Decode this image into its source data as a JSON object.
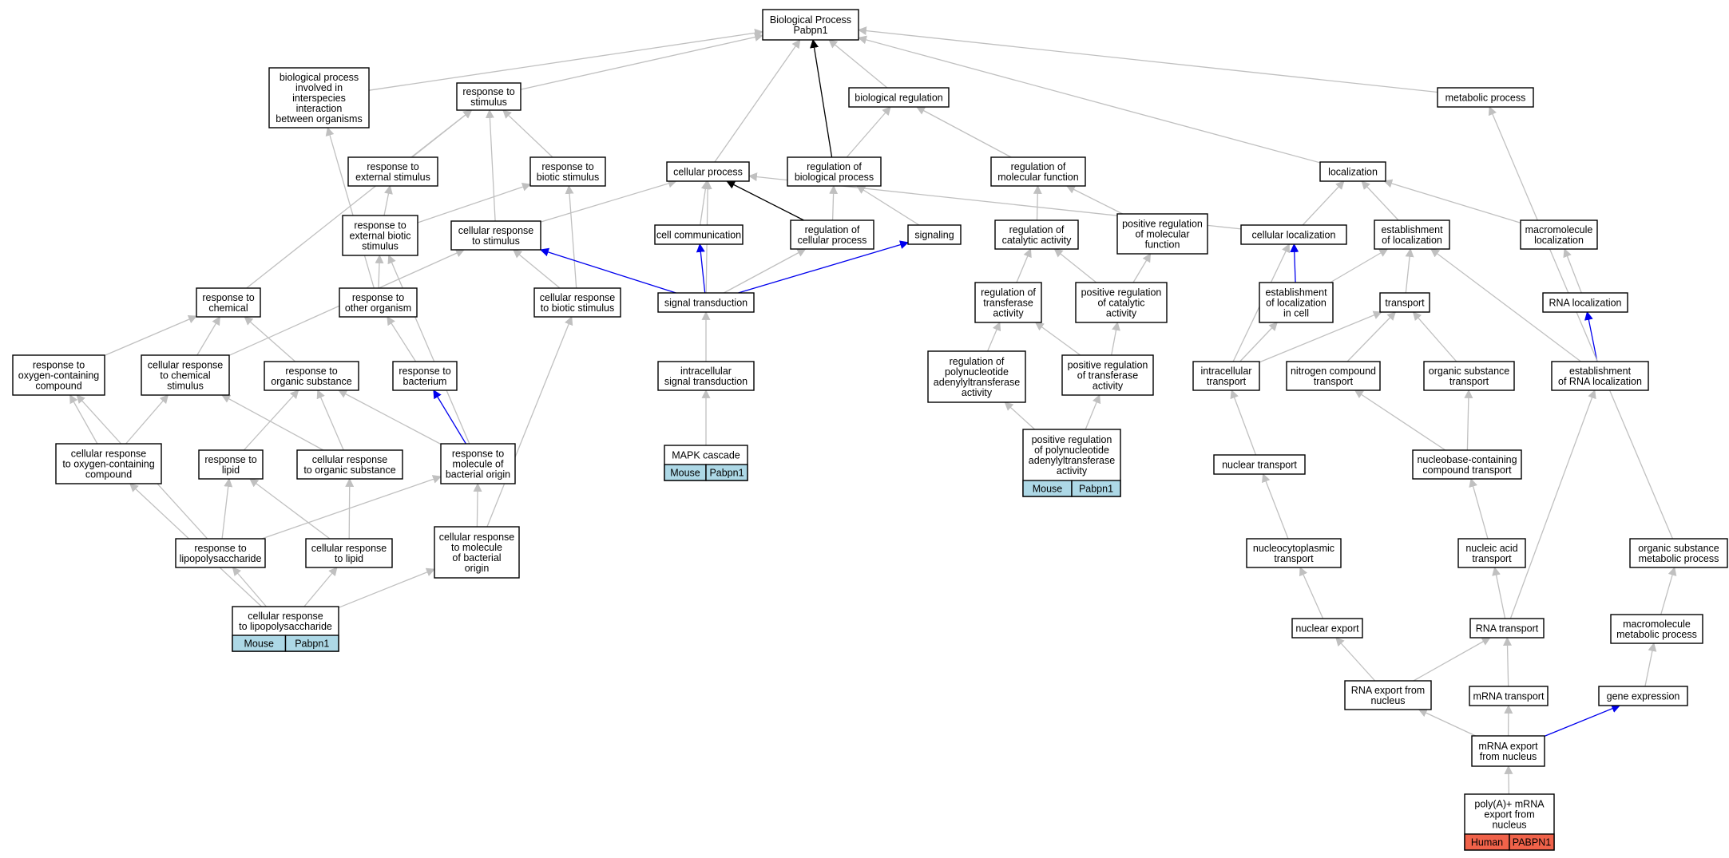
{
  "colors": {
    "gray_edge": "#c0c0c0",
    "blue_edge": "#0000ee",
    "black_edge": "#000000",
    "mouse_cell": "#add8e6",
    "human_cell": "#f0624a"
  },
  "nodes": {
    "biological_process": {
      "lines": [
        "Biological Process",
        "Pabpn1"
      ]
    },
    "bp_interspecies": {
      "lines": [
        "biological process",
        "involved in",
        "interspecies",
        "interaction",
        "between organisms"
      ]
    },
    "response_to_stimulus": {
      "lines": [
        "response to",
        "stimulus"
      ]
    },
    "biological_regulation": {
      "lines": [
        "biological regulation"
      ]
    },
    "metabolic_process": {
      "lines": [
        "metabolic process"
      ]
    },
    "response_external_stimulus": {
      "lines": [
        "response to",
        "external stimulus"
      ]
    },
    "response_biotic_stimulus": {
      "lines": [
        "response to",
        "biotic stimulus"
      ]
    },
    "cellular_process": {
      "lines": [
        "cellular process"
      ]
    },
    "regulation_biological_process": {
      "lines": [
        "regulation of",
        "biological process"
      ]
    },
    "regulation_molecular_function": {
      "lines": [
        "regulation of",
        "molecular function"
      ]
    },
    "localization": {
      "lines": [
        "localization"
      ]
    },
    "response_external_biotic_stimulus": {
      "lines": [
        "response to",
        "external biotic",
        "stimulus"
      ]
    },
    "cellular_response_stimulus": {
      "lines": [
        "cellular response",
        "to stimulus"
      ]
    },
    "cell_communication": {
      "lines": [
        "cell communication"
      ]
    },
    "regulation_cellular_process": {
      "lines": [
        "regulation of",
        "cellular process"
      ]
    },
    "signaling": {
      "lines": [
        "signaling"
      ]
    },
    "regulation_catalytic_activity": {
      "lines": [
        "regulation of",
        "catalytic activity"
      ]
    },
    "positive_regulation_molecular_function": {
      "lines": [
        "positive regulation",
        "of molecular",
        "function"
      ]
    },
    "cellular_localization": {
      "lines": [
        "cellular localization"
      ]
    },
    "establishment_localization": {
      "lines": [
        "establishment",
        "of localization"
      ]
    },
    "macromolecule_localization": {
      "lines": [
        "macromolecule",
        "localization"
      ]
    },
    "response_chemical": {
      "lines": [
        "response to",
        "chemical"
      ]
    },
    "response_other_organism": {
      "lines": [
        "response to",
        "other organism"
      ]
    },
    "cellular_response_biotic_stimulus": {
      "lines": [
        "cellular response",
        "to biotic stimulus"
      ]
    },
    "signal_transduction": {
      "lines": [
        "signal transduction"
      ]
    },
    "regulation_transferase_activity": {
      "lines": [
        "regulation of",
        "transferase",
        "activity"
      ]
    },
    "positive_regulation_catalytic_activity": {
      "lines": [
        "positive regulation",
        "of catalytic",
        "activity"
      ]
    },
    "establishment_localization_cell": {
      "lines": [
        "establishment",
        "of localization",
        "in cell"
      ]
    },
    "transport": {
      "lines": [
        "transport"
      ]
    },
    "rna_localization": {
      "lines": [
        "RNA localization"
      ]
    },
    "response_oxygen_compound": {
      "lines": [
        "response to",
        "oxygen-containing",
        "compound"
      ]
    },
    "cellular_response_chemical_stimulus": {
      "lines": [
        "cellular response",
        "to chemical",
        "stimulus"
      ]
    },
    "response_organic_substance": {
      "lines": [
        "response to",
        "organic substance"
      ]
    },
    "response_bacterium": {
      "lines": [
        "response to",
        "bacterium"
      ]
    },
    "intracellular_signal_transduction": {
      "lines": [
        "intracellular",
        "signal transduction"
      ]
    },
    "regulation_polynucleotide_adenylyltransferase": {
      "lines": [
        "regulation of",
        "polynucleotide",
        "adenylyltransferase",
        "activity"
      ]
    },
    "positive_regulation_transferase_activity": {
      "lines": [
        "positive regulation",
        "of transferase",
        "activity"
      ]
    },
    "intracellular_transport": {
      "lines": [
        "intracellular",
        "transport"
      ]
    },
    "nitrogen_compound_transport": {
      "lines": [
        "nitrogen compound",
        "transport"
      ]
    },
    "organic_substance_transport": {
      "lines": [
        "organic substance",
        "transport"
      ]
    },
    "establishment_rna_localization": {
      "lines": [
        "establishment",
        "of RNA localization"
      ]
    },
    "cellular_response_oxygen_compound": {
      "lines": [
        "cellular response",
        "to oxygen-containing",
        "compound"
      ]
    },
    "response_lipid": {
      "lines": [
        "response to",
        "lipid"
      ]
    },
    "cellular_response_organic_substance": {
      "lines": [
        "cellular response",
        "to organic substance"
      ]
    },
    "response_molecule_bacterial_origin": {
      "lines": [
        "response to",
        "molecule of",
        "bacterial origin"
      ]
    },
    "mapk_cascade": {
      "lines": [
        "MAPK cascade"
      ],
      "cells": [
        "Mouse",
        "Pabpn1"
      ]
    },
    "positive_regulation_polynucleotide_adenylyltransferase": {
      "lines": [
        "positive regulation",
        "of polynucleotide",
        "adenylyltransferase",
        "activity"
      ],
      "cells": [
        "Mouse",
        "Pabpn1"
      ]
    },
    "nuclear_transport": {
      "lines": [
        "nuclear transport"
      ]
    },
    "nucleobase_compound_transport": {
      "lines": [
        "nucleobase-containing",
        "compound transport"
      ]
    },
    "response_lipopolysaccharide": {
      "lines": [
        "response to",
        "lipopolysaccharide"
      ]
    },
    "cellular_response_lipid": {
      "lines": [
        "cellular response",
        "to lipid"
      ]
    },
    "cellular_response_molecule_bacterial_origin": {
      "lines": [
        "cellular response",
        "to molecule",
        "of bacterial",
        "origin"
      ]
    },
    "nucleocytoplasmic_transport": {
      "lines": [
        "nucleocytoplasmic",
        "transport"
      ]
    },
    "nucleic_acid_transport": {
      "lines": [
        "nucleic acid",
        "transport"
      ]
    },
    "organic_substance_metabolic_process": {
      "lines": [
        "organic substance",
        "metabolic process"
      ]
    },
    "cellular_response_lipopolysaccharide": {
      "lines": [
        "cellular response",
        "to lipopolysaccharide"
      ],
      "cells": [
        "Mouse",
        "Pabpn1"
      ]
    },
    "nuclear_export": {
      "lines": [
        "nuclear export"
      ]
    },
    "rna_transport": {
      "lines": [
        "RNA transport"
      ]
    },
    "macromolecule_metabolic_process": {
      "lines": [
        "macromolecule",
        "metabolic process"
      ]
    },
    "rna_export_nucleus": {
      "lines": [
        "RNA export from",
        "nucleus"
      ]
    },
    "mrna_transport": {
      "lines": [
        "mRNA transport"
      ]
    },
    "gene_expression": {
      "lines": [
        "gene expression"
      ]
    },
    "mrna_export_nucleus": {
      "lines": [
        "mRNA export",
        "from nucleus"
      ]
    },
    "polya_mrna_export_nucleus": {
      "lines": [
        "poly(A)+ mRNA",
        "export from",
        "nucleus"
      ],
      "cells": [
        "Human",
        "PABPN1"
      ],
      "cell_color": "human"
    }
  },
  "edges": [
    {
      "from": "bp_interspecies",
      "to": "biological_process",
      "color": "gray"
    },
    {
      "from": "response_to_stimulus",
      "to": "biological_process",
      "color": "gray"
    },
    {
      "from": "cellular_process",
      "to": "biological_process",
      "color": "gray"
    },
    {
      "from": "regulation_biological_process",
      "to": "biological_process",
      "color": "black"
    },
    {
      "from": "biological_regulation",
      "to": "biological_process",
      "color": "gray"
    },
    {
      "from": "localization",
      "to": "biological_process",
      "color": "gray"
    },
    {
      "from": "metabolic_process",
      "to": "biological_process",
      "color": "gray"
    },
    {
      "from": "regulation_biological_process",
      "to": "biological_regulation",
      "color": "gray"
    },
    {
      "from": "regulation_molecular_function",
      "to": "biological_regulation",
      "color": "gray"
    },
    {
      "from": "response_external_stimulus",
      "to": "response_to_stimulus",
      "color": "gray"
    },
    {
      "from": "response_biotic_stimulus",
      "to": "response_to_stimulus",
      "color": "gray"
    },
    {
      "from": "cellular_response_stimulus",
      "to": "response_to_stimulus",
      "color": "gray"
    },
    {
      "from": "response_chemical",
      "to": "response_to_stimulus",
      "color": "gray"
    },
    {
      "from": "response_external_biotic_stimulus",
      "to": "response_external_stimulus",
      "color": "gray"
    },
    {
      "from": "response_external_biotic_stimulus",
      "to": "response_biotic_stimulus",
      "color": "gray"
    },
    {
      "from": "cellular_response_biotic_stimulus",
      "to": "response_biotic_stimulus",
      "color": "gray"
    },
    {
      "from": "response_other_organism",
      "to": "response_external_biotic_stimulus",
      "color": "gray"
    },
    {
      "from": "response_other_organism",
      "to": "bp_interspecies",
      "color": "gray"
    },
    {
      "from": "response_bacterium",
      "to": "response_other_organism",
      "color": "gray"
    },
    {
      "from": "cellular_response_stimulus",
      "to": "cellular_process",
      "color": "gray"
    },
    {
      "from": "cell_communication",
      "to": "cellular_process",
      "color": "gray"
    },
    {
      "from": "regulation_cellular_process",
      "to": "cellular_process",
      "color": "black"
    },
    {
      "from": "signal_transduction",
      "to": "cellular_process",
      "color": "gray"
    },
    {
      "from": "cellular_localization",
      "to": "cellular_process",
      "color": "gray"
    },
    {
      "from": "regulation_cellular_process",
      "to": "regulation_biological_process",
      "color": "gray"
    },
    {
      "from": "signaling",
      "to": "regulation_biological_process",
      "color": "gray"
    },
    {
      "from": "regulation_catalytic_activity",
      "to": "regulation_molecular_function",
      "color": "gray"
    },
    {
      "from": "positive_regulation_molecular_function",
      "to": "regulation_molecular_function",
      "color": "gray"
    },
    {
      "from": "signal_transduction",
      "to": "cellular_response_stimulus",
      "color": "blue"
    },
    {
      "from": "cellular_response_biotic_stimulus",
      "to": "cellular_response_stimulus",
      "color": "gray"
    },
    {
      "from": "signal_transduction",
      "to": "cell_communication",
      "color": "blue"
    },
    {
      "from": "signal_transduction",
      "to": "regulation_cellular_process",
      "color": "gray"
    },
    {
      "from": "signal_transduction",
      "to": "signaling",
      "color": "blue"
    },
    {
      "from": "intracellular_signal_transduction",
      "to": "signal_transduction",
      "color": "gray"
    },
    {
      "from": "mapk_cascade",
      "to": "intracellular_signal_transduction",
      "color": "gray"
    },
    {
      "from": "regulation_transferase_activity",
      "to": "regulation_catalytic_activity",
      "color": "gray"
    },
    {
      "from": "positive_regulation_catalytic_activity",
      "to": "regulation_catalytic_activity",
      "color": "gray"
    },
    {
      "from": "positive_regulation_catalytic_activity",
      "to": "positive_regulation_molecular_function",
      "color": "gray"
    },
    {
      "from": "regulation_polynucleotide_adenylyltransferase",
      "to": "regulation_transferase_activity",
      "color": "gray"
    },
    {
      "from": "positive_regulation_transferase_activity",
      "to": "regulation_transferase_activity",
      "color": "gray"
    },
    {
      "from": "positive_regulation_transferase_activity",
      "to": "positive_regulation_catalytic_activity",
      "color": "gray"
    },
    {
      "from": "positive_regulation_polynucleotide_adenylyltransferase",
      "to": "regulation_polynucleotide_adenylyltransferase",
      "color": "gray"
    },
    {
      "from": "positive_regulation_polynucleotide_adenylyltransferase",
      "to": "positive_regulation_transferase_activity",
      "color": "gray"
    },
    {
      "from": "cellular_localization",
      "to": "localization",
      "color": "gray"
    },
    {
      "from": "establishment_localization",
      "to": "localization",
      "color": "gray"
    },
    {
      "from": "macromolecule_localization",
      "to": "localization",
      "color": "gray"
    },
    {
      "from": "establishment_localization_cell",
      "to": "cellular_localization",
      "color": "blue"
    },
    {
      "from": "intracellular_transport",
      "to": "cellular_localization",
      "color": "gray"
    },
    {
      "from": "establishment_localization_cell",
      "to": "establishment_localization",
      "color": "gray"
    },
    {
      "from": "transport",
      "to": "establishment_localization",
      "color": "gray"
    },
    {
      "from": "establishment_rna_localization",
      "to": "establishment_localization",
      "color": "gray"
    },
    {
      "from": "rna_localization",
      "to": "macromolecule_localization",
      "color": "gray"
    },
    {
      "from": "establishment_rna_localization",
      "to": "rna_localization",
      "color": "blue"
    },
    {
      "from": "intracellular_transport",
      "to": "establishment_localization_cell",
      "color": "gray"
    },
    {
      "from": "intracellular_transport",
      "to": "transport",
      "color": "gray"
    },
    {
      "from": "nitrogen_compound_transport",
      "to": "transport",
      "color": "gray"
    },
    {
      "from": "organic_substance_transport",
      "to": "transport",
      "color": "gray"
    },
    {
      "from": "nuclear_transport",
      "to": "intracellular_transport",
      "color": "gray"
    },
    {
      "from": "nucleobase_compound_transport",
      "to": "nitrogen_compound_transport",
      "color": "gray"
    },
    {
      "from": "nucleobase_compound_transport",
      "to": "organic_substance_transport",
      "color": "gray"
    },
    {
      "from": "nucleocytoplasmic_transport",
      "to": "nuclear_transport",
      "color": "gray"
    },
    {
      "from": "nucleic_acid_transport",
      "to": "nucleobase_compound_transport",
      "color": "gray"
    },
    {
      "from": "nuclear_export",
      "to": "nucleocytoplasmic_transport",
      "color": "gray"
    },
    {
      "from": "rna_transport",
      "to": "nucleic_acid_transport",
      "color": "gray"
    },
    {
      "from": "rna_transport",
      "to": "establishment_rna_localization",
      "color": "gray"
    },
    {
      "from": "rna_export_nucleus",
      "to": "nuclear_export",
      "color": "gray"
    },
    {
      "from": "rna_export_nucleus",
      "to": "rna_transport",
      "color": "gray"
    },
    {
      "from": "mrna_transport",
      "to": "rna_transport",
      "color": "gray"
    },
    {
      "from": "mrna_export_nucleus",
      "to": "rna_export_nucleus",
      "color": "gray"
    },
    {
      "from": "mrna_export_nucleus",
      "to": "mrna_transport",
      "color": "gray"
    },
    {
      "from": "mrna_export_nucleus",
      "to": "gene_expression",
      "color": "blue"
    },
    {
      "from": "polya_mrna_export_nucleus",
      "to": "mrna_export_nucleus",
      "color": "gray"
    },
    {
      "from": "organic_substance_metabolic_process",
      "to": "metabolic_process",
      "color": "gray"
    },
    {
      "from": "macromolecule_metabolic_process",
      "to": "organic_substance_metabolic_process",
      "color": "gray"
    },
    {
      "from": "gene_expression",
      "to": "macromolecule_metabolic_process",
      "color": "gray"
    },
    {
      "from": "response_oxygen_compound",
      "to": "response_chemical",
      "color": "gray"
    },
    {
      "from": "cellular_response_chemical_stimulus",
      "to": "response_chemical",
      "color": "gray"
    },
    {
      "from": "response_organic_substance",
      "to": "response_chemical",
      "color": "gray"
    },
    {
      "from": "cellular_response_chemical_stimulus",
      "to": "cellular_response_stimulus",
      "color": "gray"
    },
    {
      "from": "cellular_response_oxygen_compound",
      "to": "response_oxygen_compound",
      "color": "gray"
    },
    {
      "from": "cellular_response_oxygen_compound",
      "to": "cellular_response_chemical_stimulus",
      "color": "gray"
    },
    {
      "from": "cellular_response_organic_substance",
      "to": "cellular_response_chemical_stimulus",
      "color": "gray"
    },
    {
      "from": "response_lipid",
      "to": "response_organic_substance",
      "color": "gray"
    },
    {
      "from": "cellular_response_organic_substance",
      "to": "response_organic_substance",
      "color": "gray"
    },
    {
      "from": "response_molecule_bacterial_origin",
      "to": "response_organic_substance",
      "color": "gray"
    },
    {
      "from": "response_molecule_bacterial_origin",
      "to": "response_bacterium",
      "color": "blue"
    },
    {
      "from": "response_molecule_bacterial_origin",
      "to": "response_external_biotic_stimulus",
      "color": "gray"
    },
    {
      "from": "response_lipopolysaccharide",
      "to": "response_oxygen_compound",
      "color": "gray"
    },
    {
      "from": "response_lipopolysaccharide",
      "to": "response_lipid",
      "color": "gray"
    },
    {
      "from": "response_lipopolysaccharide",
      "to": "response_molecule_bacterial_origin",
      "color": "gray"
    },
    {
      "from": "cellular_response_lipid",
      "to": "response_lipid",
      "color": "gray"
    },
    {
      "from": "cellular_response_lipid",
      "to": "cellular_response_organic_substance",
      "color": "gray"
    },
    {
      "from": "cellular_response_molecule_bacterial_origin",
      "to": "response_molecule_bacterial_origin",
      "color": "gray"
    },
    {
      "from": "cellular_response_molecule_bacterial_origin",
      "to": "cellular_response_biotic_stimulus",
      "color": "gray"
    },
    {
      "from": "cellular_response_lipopolysaccharide",
      "to": "response_lipopolysaccharide",
      "color": "gray"
    },
    {
      "from": "cellular_response_lipopolysaccharide",
      "to": "cellular_response_oxygen_compound",
      "color": "gray"
    },
    {
      "from": "cellular_response_lipopolysaccharide",
      "to": "cellular_response_lipid",
      "color": "gray"
    },
    {
      "from": "cellular_response_lipopolysaccharide",
      "to": "cellular_response_molecule_bacterial_origin",
      "color": "gray"
    }
  ]
}
